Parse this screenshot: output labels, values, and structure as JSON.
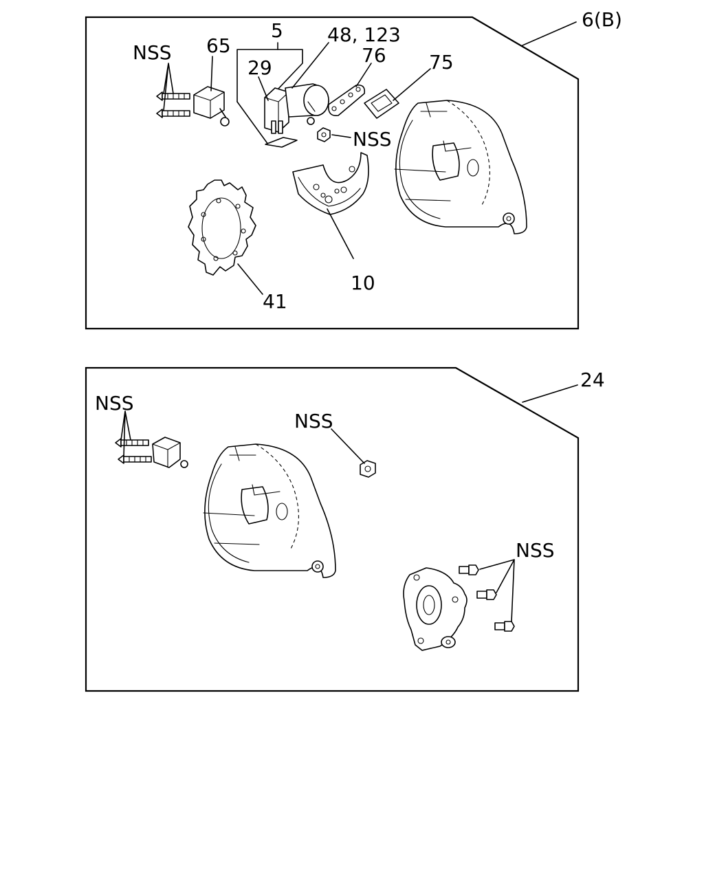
{
  "upper_panel": {
    "reference": "6(B)",
    "callouts": {
      "nss_bolts": "NSS",
      "part_65": "65",
      "part_5": "5",
      "part_29": "29",
      "part_48_123": "48, 123",
      "part_76": "76",
      "part_75": "75",
      "nss_nut": "NSS",
      "part_10": "10",
      "part_41": "41"
    }
  },
  "lower_panel": {
    "reference": "24",
    "callouts": {
      "nss_bolts": "NSS",
      "nss_nut": "NSS",
      "nss_screws": "NSS"
    }
  }
}
